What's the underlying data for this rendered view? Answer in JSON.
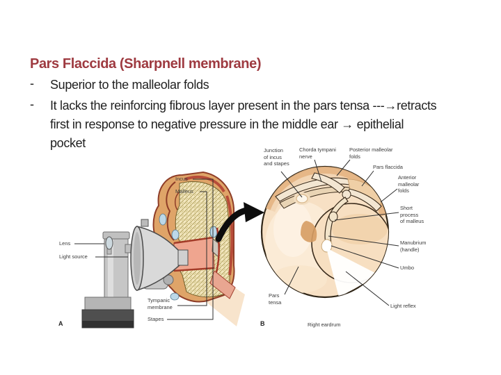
{
  "slide": {
    "title": "Pars Flaccida (Sharpnell membrane)",
    "bullets": [
      {
        "marker": "-",
        "lines": [
          "Superior to the malleolar folds"
        ]
      },
      {
        "marker": "-",
        "lines": [
          "It lacks the reinforcing fibrous layer present in the pars tensa ---→retracts",
          "first in response to negative pressure in the middle ear → epithelial",
          "pocket"
        ]
      }
    ]
  },
  "figure": {
    "panel_a": {
      "panel_label": "A",
      "labels": {
        "incus": "Incus",
        "malleus": "Malleus",
        "lens": "Lens",
        "light_source": "Light source",
        "tympanic_1": "Tympanic",
        "tympanic_2": "membrane",
        "stapes": "Stapes"
      }
    },
    "panel_b": {
      "panel_label": "B",
      "caption": "Right eardrum",
      "labels": {
        "junction_1": "Junction",
        "junction_2": "of incus",
        "junction_3": "and stapes",
        "chorda_1": "Chorda tympani",
        "chorda_2": "nerve",
        "posterior_1": "Posterior malleolar",
        "posterior_2": "folds",
        "pars_flaccida": "Pars flaccida",
        "anterior_1": "Anterior",
        "anterior_2": "malleolar",
        "anterior_3": "folds",
        "short_1": "Short",
        "short_2": "process",
        "short_3": "of malleus",
        "manubrium_1": "Manubrium",
        "manubrium_2": "(handle)",
        "umbo": "Umbo",
        "light_reflex": "Light reflex",
        "pars_tensa_1": "Pars",
        "pars_tensa_2": "tensa"
      }
    }
  },
  "colors": {
    "title_maroon": "#9E3A40",
    "body_text": "#1f1f1f",
    "drum_fill": "#F7E0C4",
    "drum_shade": "#E3B07E"
  }
}
